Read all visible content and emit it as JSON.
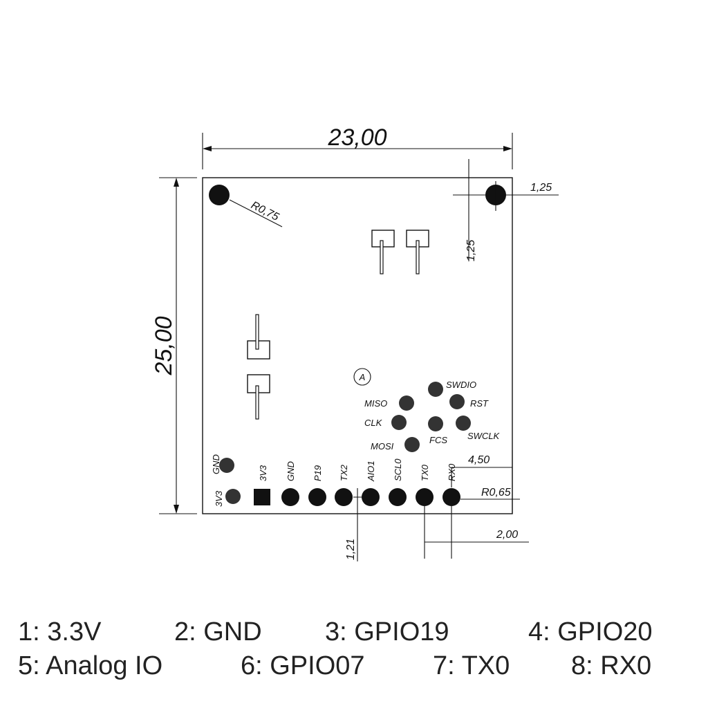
{
  "dimensions": {
    "width": "23,00",
    "height": "25,00",
    "hole_radius": "R0,75",
    "hole_offset_x": "1,25",
    "hole_offset_y": "1,25",
    "pad_radius": "R0,65",
    "pad_pitch": "2,00",
    "pad_edge_offset": "1,21",
    "pad_right_offset": "4,50"
  },
  "marker": "A",
  "edge_pins": [
    "3V3",
    "GND",
    "P19",
    "TX2",
    "AIO1",
    "SCL0",
    "TX0",
    "RX0"
  ],
  "side_pins": [
    "GND",
    "3V3"
  ],
  "debug_pads": [
    "SWDIO",
    "MISO",
    "RST",
    "CLK",
    "FCS",
    "SWCLK",
    "MOSI"
  ],
  "legend": {
    "row1": [
      "1: 3.3V",
      "2: GND",
      "3: GPIO19",
      "4: GPIO20"
    ],
    "row2": [
      "5: Analog IO",
      "6: GPIO07",
      "7: TX0",
      "8: RX0"
    ]
  }
}
